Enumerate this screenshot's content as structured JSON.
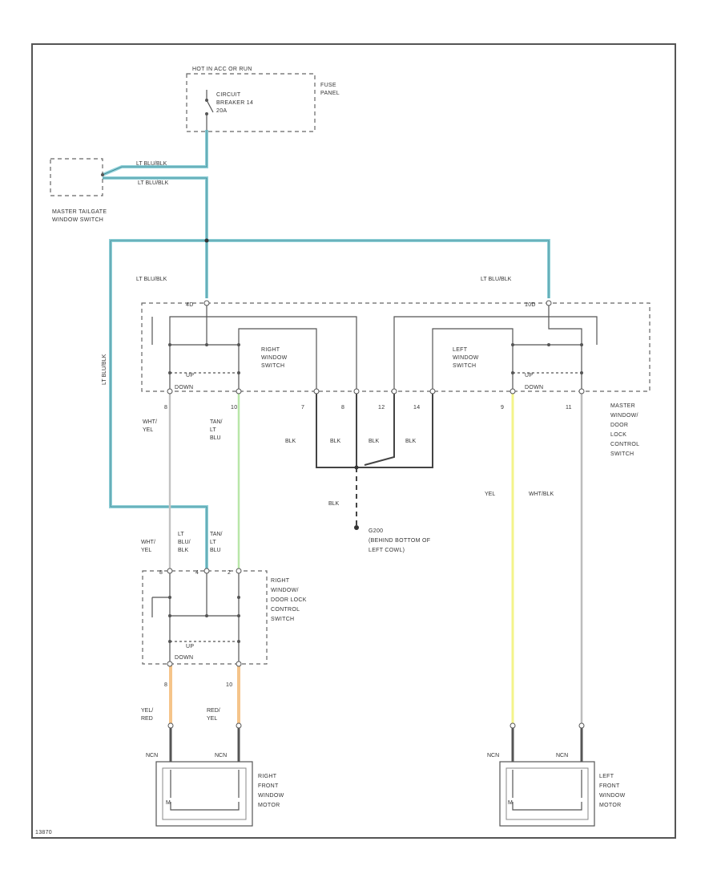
{
  "colors": {
    "lt_blu_blk": "#8fd0d8",
    "blk": "#444444",
    "wht_yel": "#cfcfcf",
    "tan_lt_blu": "#b8e6a8",
    "yel": "#f3f38a",
    "wht_blk": "#bdbdbd",
    "yel_red": "#f5c48a",
    "red_yel": "#f5c48a"
  },
  "fuse_panel": {
    "hot_label": "HOT IN ACC OR RUN",
    "breaker_line1": "CIRCUIT",
    "breaker_line2": "BREAKER 14",
    "breaker_line3": "20A",
    "panel_line1": "FUSE",
    "panel_line2": "PANEL"
  },
  "tailgate": {
    "line1": "MASTER TAILGATE",
    "line2": "WINDOW SWITCH"
  },
  "wires": {
    "lt_blu_blk": "LT BLU/BLK",
    "lt_blu_blk_vertical": "LT BLU/BLK",
    "blk": "BLK",
    "wht_yel_1": "WHT/",
    "wht_yel_2": "YEL",
    "tan_lt_blu_1": "TAN/",
    "tan_lt_blu_2": "LT",
    "tan_lt_blu_3": "BLU",
    "lt_blu_blk_1": "LT",
    "lt_blu_blk_2": "BLU/",
    "lt_blu_blk_3": "BLK",
    "yel": "YEL",
    "wht_blk": "WHT/BLK",
    "yel_red_1": "YEL/",
    "yel_red_2": "RED",
    "red_yel_1": "RED/",
    "red_yel_2": "YEL",
    "ncn": "NCN"
  },
  "master_switch": {
    "pin_a": "4D",
    "pin_b": "10D",
    "pins": [
      "8",
      "10",
      "7",
      "8",
      "12",
      "14",
      "9",
      "11"
    ],
    "right_line1": "RIGHT",
    "right_line2": "WINDOW",
    "right_line3": "SWITCH",
    "left_line1": "LEFT",
    "left_line2": "WINDOW",
    "left_line3": "SWITCH",
    "up": "UP",
    "down": "DOWN",
    "name_line1": "MASTER",
    "name_line2": "WINDOW/",
    "name_line3": "DOOR",
    "name_line4": "LOCK",
    "name_line5": "CONTROL",
    "name_line6": "SWITCH"
  },
  "ground": {
    "line1": "G200",
    "line2": "(BEHIND BOTTOM OF",
    "line3": "LEFT COWL)"
  },
  "right_switch": {
    "pin_1": "8",
    "pin_2": "4",
    "pin_3": "2",
    "pin_4": "8",
    "pin_5": "10",
    "line1": "RIGHT",
    "line2": "WINDOW/",
    "line3": "DOOR LOCK",
    "line4": "CONTROL",
    "line5": "SWITCH",
    "up": "UP",
    "down": "DOWN"
  },
  "right_motor": {
    "line1": "RIGHT",
    "line2": "FRONT",
    "line3": "WINDOW",
    "line4": "MOTOR"
  },
  "left_motor": {
    "line1": "LEFT",
    "line2": "FRONT",
    "line3": "WINDOW",
    "line4": "MOTOR"
  },
  "footer": "13870"
}
